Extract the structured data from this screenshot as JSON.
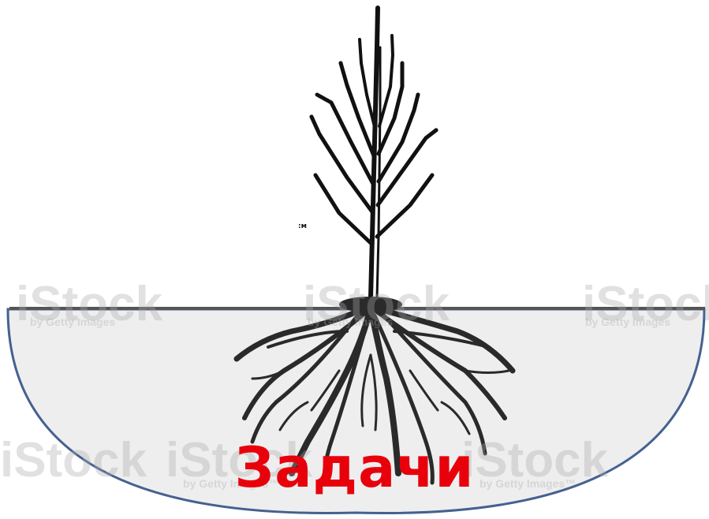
{
  "caption": {
    "text": "Задачи",
    "color": "#e8000b"
  },
  "stray_label": ":м",
  "watermarks": {
    "brand": "iStock",
    "credit": "by Getty Images",
    "credit_tm": "by Getty Images™",
    "color": "#aaaaaa"
  },
  "colors": {
    "bowl_fill": "#eeeeef",
    "bowl_outline": "#44618f",
    "roots": "#2a2a2a",
    "tree_outline": "#111111"
  }
}
